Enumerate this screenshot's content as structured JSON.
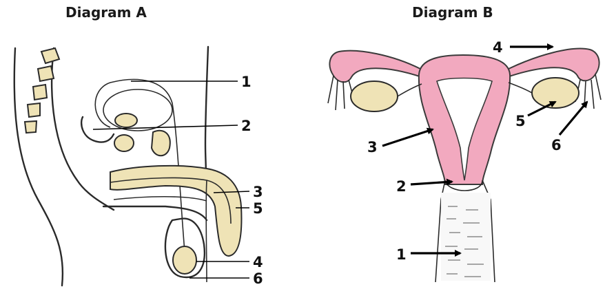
{
  "diagram_a": {
    "title": "Diagram A",
    "labels": [
      "1",
      "2",
      "3",
      "5",
      "4",
      "6"
    ]
  },
  "diagram_b": {
    "title": "Diagram B",
    "labels": [
      "4",
      "3",
      "5",
      "6",
      "2",
      "1"
    ]
  },
  "colors": {
    "tan_fill": "#efe3b6",
    "pink_fill": "#f2a9bf",
    "line": "#2a2a2a",
    "text": "#111111"
  }
}
